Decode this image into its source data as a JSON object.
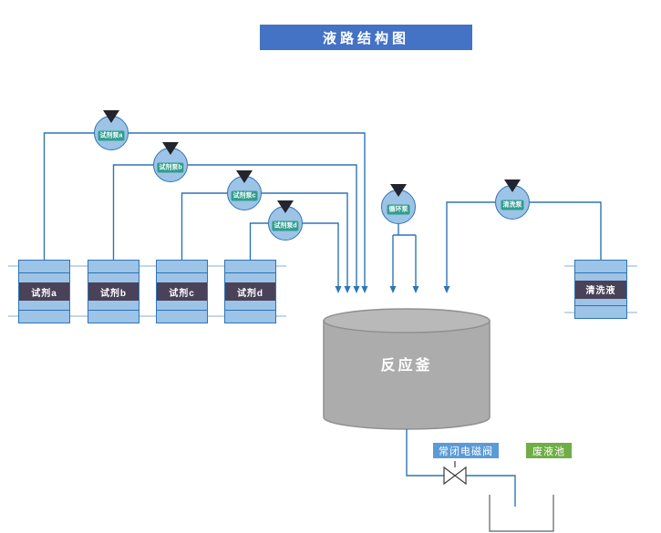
{
  "title": "液路结构图",
  "pumps": [
    {
      "label": "试剂泵a"
    },
    {
      "label": "试剂泵b"
    },
    {
      "label": "试剂泵c"
    },
    {
      "label": "试剂泵d"
    },
    {
      "label": "循环泵"
    },
    {
      "label": "清洗泵"
    }
  ],
  "bottles": [
    {
      "label": "试剂a"
    },
    {
      "label": "试剂b"
    },
    {
      "label": "试剂c"
    },
    {
      "label": "试剂d"
    },
    {
      "label": "清洗液"
    }
  ],
  "vessel": {
    "label": "反应釜"
  },
  "valve": {
    "label": "常闭电磁阀"
  },
  "waste": {
    "label": "废液池"
  },
  "colors": {
    "line": "#2E75B6",
    "title_bg": "#4472C4",
    "bottle_fill": "#9DC3E6",
    "bottle_label_bg": "#4A4258",
    "pump_chip_bg": "#2F9E8E",
    "valve_label_bg": "#5B9BD5",
    "waste_label_bg": "#70AD47",
    "vessel_fill": "#ACACAC"
  }
}
